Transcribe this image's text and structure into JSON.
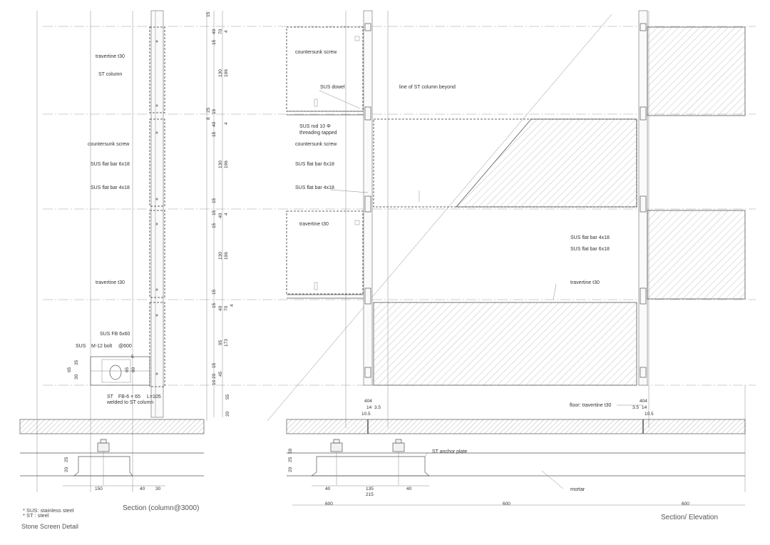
{
  "title": "Stone Screen Detail",
  "views": {
    "section": {
      "caption": "Section (column@3000)",
      "labels": {
        "travertine_top": "travertine t30",
        "st_column": "ST column",
        "countersunk": "countersunk screw",
        "flat_6x18": "SUS flat bar 6x18",
        "flat_4x18": "SUS flat bar 4x18",
        "travertine_mid": "travertine t30",
        "fb_6x60": "SUS FB 6x60",
        "bolt_prefix": "SUS",
        "bolt_spec": "M-12 bolt",
        "bolt_spacing": "@600",
        "st_prefix": "ST",
        "fb_spec": "FB-6 × 65",
        "fb_length": "L=105",
        "welded": "welded to ST column"
      },
      "dims_right": {
        "a": "15",
        "b": "40",
        "c": "70",
        "d": "4",
        "e": "15",
        "f": "130",
        "g": "196",
        "h": "25",
        "i": "8",
        "j": "15",
        "k": "40",
        "l": "4",
        "m": "15",
        "n": "130",
        "o": "196",
        "p": "15",
        "q": "15",
        "r": "40",
        "s": "4",
        "t": "15",
        "u": "130",
        "v": "196",
        "w": "15",
        "x": "15",
        "y": "40",
        "z": "70",
        "aa": "4",
        "ab": "95",
        "ac": "173",
        "ad": "15",
        "ae": "10 20",
        "af": "45",
        "ag": "55",
        "ah": "20"
      },
      "dims_left": {
        "a": "65",
        "b": "35",
        "c": "30",
        "d": "5",
        "e": "65",
        "f": "60"
      },
      "dims_base": {
        "a": "25",
        "b": "20",
        "c": "150",
        "d": "40",
        "e": "30"
      }
    },
    "elevation": {
      "caption": "Section/ Elevation",
      "labels": {
        "countersunk_top": "countersunk screw",
        "sus_dowel": "SUS dowel",
        "st_column_beyond": "line of ST column beyond",
        "sus_rod": "SUS rod 10 Φ",
        "threading": "threading tapped",
        "countersunk_mid": "countersunk screw",
        "flat_6x18": "SUS flat bar 6x18",
        "flat_4x18": "SUS flat bar 4x18",
        "travertine_left": "travertine t30",
        "flat_4x18_right": "SUS flat bar 4x18",
        "flat_6x18_right": "SUS flat bar 6x18",
        "travertine_right": "travertine t30",
        "floor": "floor: travertine t30",
        "anchor": "ST anchor plate",
        "mortar": "mortar"
      },
      "dims": {
        "l_404": "404",
        "l_14": "14",
        "l_35": "3.5",
        "l_105": "10.5",
        "r_404": "404",
        "r_35": "3.5",
        "r_14": "14",
        "r_105": "10.5",
        "base_25": "25",
        "base_59": "59",
        "base_20": "20",
        "b_40a": "40",
        "b_135": "135",
        "b_215": "215",
        "b_40b": "40",
        "span_600a": "600",
        "span_600b": "600",
        "span_600c": "600"
      }
    }
  },
  "notes": {
    "sus": "SUS: stainless steel",
    "st": "ST   : steel"
  }
}
